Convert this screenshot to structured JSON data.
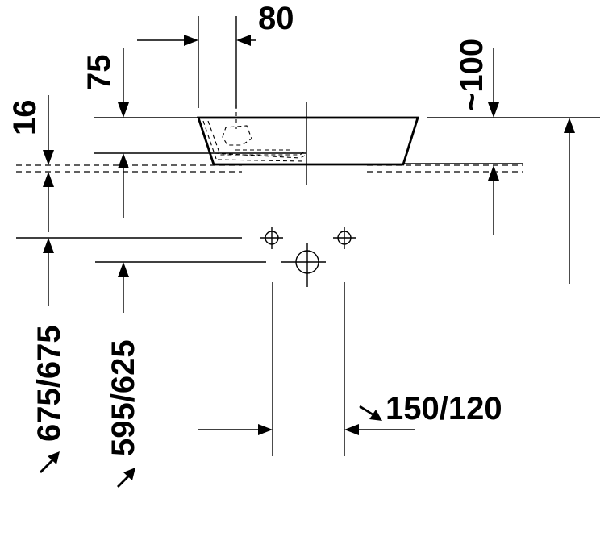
{
  "dimensions": {
    "d80": "80",
    "d75": "75",
    "d100": "~100",
    "d16": "16",
    "d675": "675/675",
    "d595": "595/625",
    "d150": "150/120"
  }
}
